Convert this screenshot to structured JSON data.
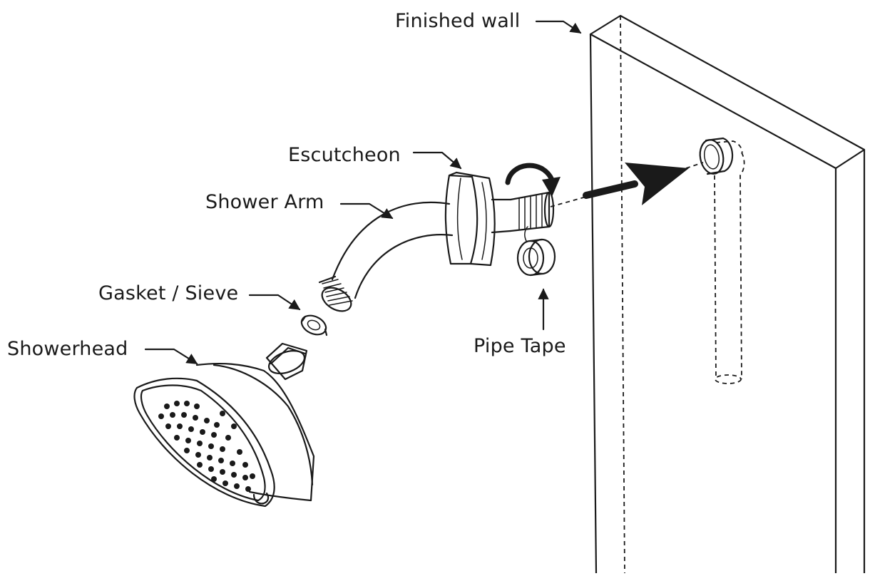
{
  "labels": {
    "finished_wall": "Finished wall",
    "escutcheon": "Escutcheon",
    "shower_arm": "Shower Arm",
    "gasket_sieve": "Gasket / Sieve",
    "showerhead": "Showerhead",
    "pipe_tape": "Pipe Tape"
  },
  "colors": {
    "line": "#1a1a1a",
    "background": "#ffffff"
  }
}
